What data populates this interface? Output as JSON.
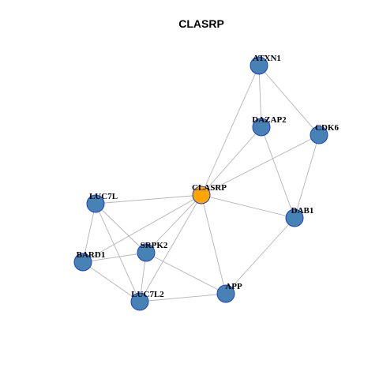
{
  "title": "CLASRP",
  "colors": {
    "center_node": "#FFA500",
    "node": "#4682B4",
    "node_border": "#1E3FCC",
    "edge": "#B3B3B3"
  },
  "nodes": [
    {
      "id": "CLASRP",
      "label": "CLASRP",
      "center": true
    },
    {
      "id": "ATXN1",
      "label": "ATXN1"
    },
    {
      "id": "DAZAP2",
      "label": "DAZAP2"
    },
    {
      "id": "CDK6",
      "label": "CDK6"
    },
    {
      "id": "DAB1",
      "label": "DAB1"
    },
    {
      "id": "LUC7L",
      "label": "LUC7L"
    },
    {
      "id": "SRPK2",
      "label": "SRPK2"
    },
    {
      "id": "BARD1",
      "label": "BARD1"
    },
    {
      "id": "LUC7L2",
      "label": "LUC7L2"
    },
    {
      "id": "APP",
      "label": "APP"
    }
  ],
  "edges": [
    [
      "ATXN1",
      "DAZAP2"
    ],
    [
      "ATXN1",
      "CDK6"
    ],
    [
      "ATXN1",
      "CLASRP"
    ],
    [
      "DAZAP2",
      "CLASRP"
    ],
    [
      "DAZAP2",
      "DAB1"
    ],
    [
      "CDK6",
      "CLASRP"
    ],
    [
      "CDK6",
      "DAB1"
    ],
    [
      "CLASRP",
      "DAB1"
    ],
    [
      "CLASRP",
      "LUC7L"
    ],
    [
      "CLASRP",
      "SRPK2"
    ],
    [
      "CLASRP",
      "BARD1"
    ],
    [
      "CLASRP",
      "LUC7L2"
    ],
    [
      "CLASRP",
      "APP"
    ],
    [
      "DAB1",
      "APP"
    ],
    [
      "LUC7L",
      "SRPK2"
    ],
    [
      "LUC7L",
      "BARD1"
    ],
    [
      "LUC7L",
      "LUC7L2"
    ],
    [
      "SRPK2",
      "BARD1"
    ],
    [
      "SRPK2",
      "LUC7L2"
    ],
    [
      "SRPK2",
      "APP"
    ],
    [
      "BARD1",
      "LUC7L2"
    ],
    [
      "LUC7L2",
      "APP"
    ]
  ]
}
